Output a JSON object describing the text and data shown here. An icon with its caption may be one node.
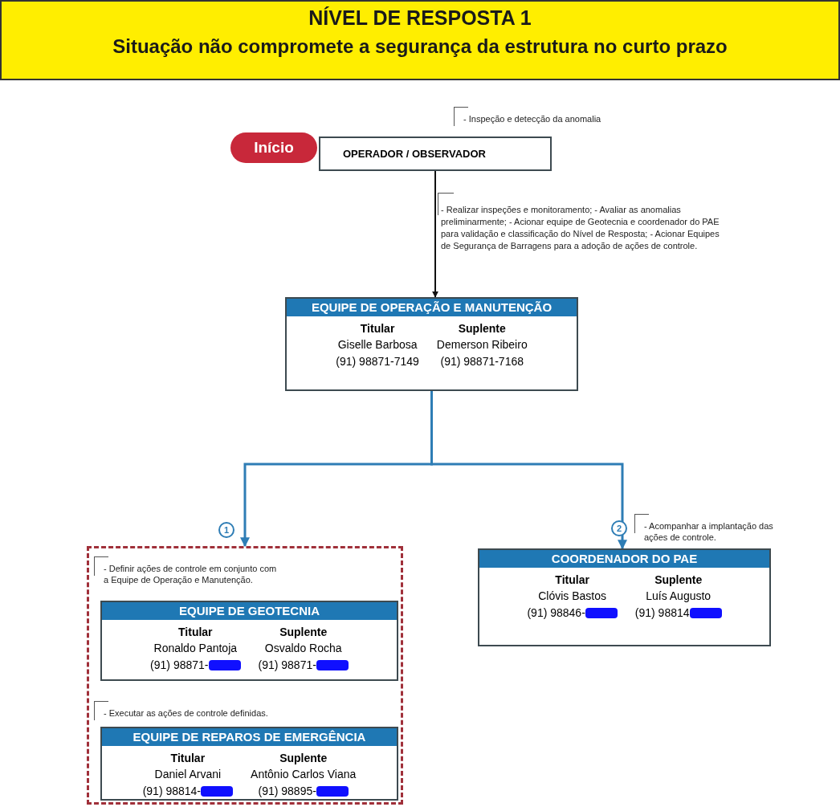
{
  "diagram": {
    "title": "NÍVEL DE RESPOSTA 1",
    "nodes": [
      {
        "text": [
          "Início"
        ]
      },
      {
        "text": [
          "OPERADOR / OBSERVADOR"
        ],
        "beside": [
          "- Inspeção e detecção da anomalia"
        ]
      },
      {
        "text": [
          "EQUIPE DE OPERAÇÃO E MANUTENÇÃO",
          "Titular",
          "Giselle Barbosa",
          "(91) 98871-7149",
          "Suplente",
          "Demerson Ribeiro",
          "(91) 98871-7168"
        ]
      },
      {
        "text": [],
        "shape": "box"
      },
      {
        "text": [
          "EQUIPE DE GEOTECNIA",
          "Titular",
          "Ronaldo Pantoja",
          "(91) 98871-",
          "Suplente",
          "Osvaldo Rocha",
          "(91) 98871-"
        ],
        "in": 3,
        "beside": [
          "- Definir ações de controle em conjunto com a Equipe de Operação e Manutenção."
        ]
      },
      {
        "text": [
          "EQUIPE DE REPAROS DE EMERGÊNCIA",
          "Titular",
          "Daniel Arvani",
          "(91) 98814-",
          "Suplente",
          "Antônio Carlos Viana",
          "(91) 98895-"
        ],
        "in": 3,
        "beside": [
          "- Executar as ações de controle definidas."
        ]
      },
      {
        "text": [
          "COORDENADOR DO PAE",
          "Titular",
          "Clóvis Bastos",
          "(91) 98846-",
          "Suplente",
          "Luís Augusto",
          "(91) 98814"
        ],
        "beside": [
          "- Acompanhar a implantação das ações de controle."
        ]
      }
    ],
    "edges": [
      {
        "from": 1,
        "to": 2,
        "arrow": "to",
        "color": "#111111",
        "label": "- Realizar inspeções e monitoramento; - Avaliar as anomalias preliminarmente; - Acionar equipe de Geotecnia e coordenador do PAE para validação e classificação do Nível de Resposta; - Acionar Equipes de Segurança de Barragens para a adoção de ações de controle."
      },
      {
        "from": 2,
        "to": 3,
        "arrow": "to",
        "color": "#2e7db5",
        "label": "1"
      },
      {
        "from": 2,
        "to": 6,
        "arrow": "to",
        "color": "#2e7db5",
        "label": "2"
      }
    ],
    "labels": [
      "Situação não compromete a segurança da estrutura no curto prazo"
    ]
  }
}
